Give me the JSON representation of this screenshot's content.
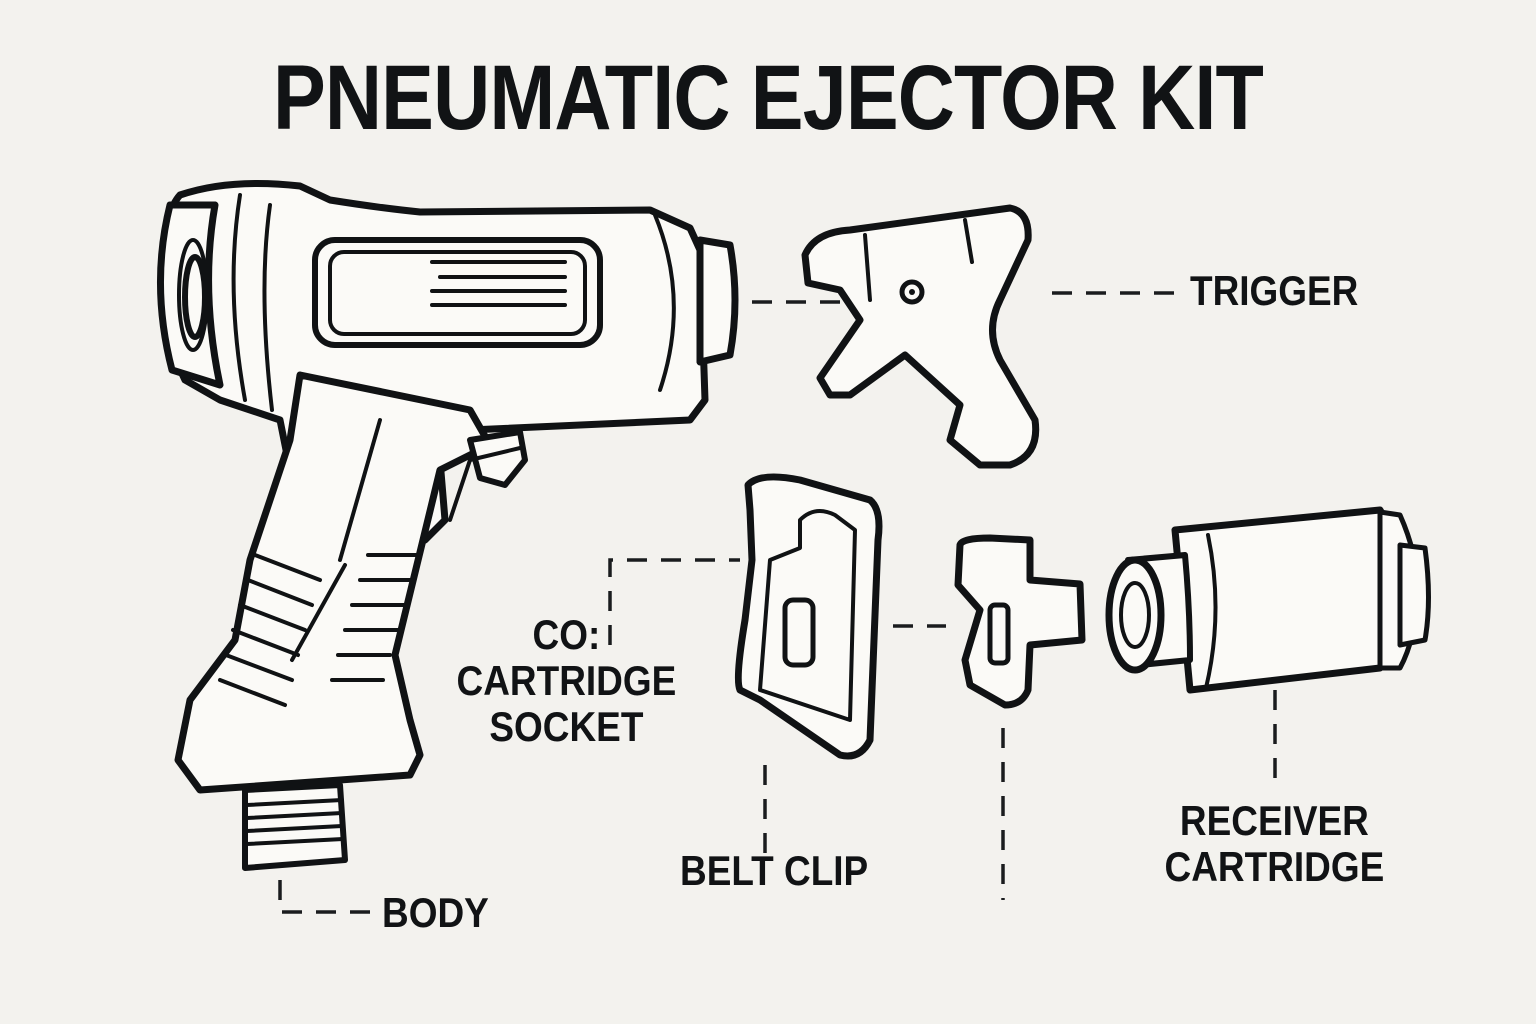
{
  "diagram": {
    "title": "PNEUMATIC EJECTOR KIT",
    "type": "exploded parts diagram",
    "colors": {
      "background": "#f3f2ee",
      "ink": "#111315"
    },
    "parts": [
      {
        "id": "body",
        "label": "BODY"
      },
      {
        "id": "trigger",
        "label": "TRIGGER"
      },
      {
        "id": "co2-socket",
        "label_line1": "CO:",
        "label_line2": "CARTRIDGE",
        "label_line3": "SOCKET"
      },
      {
        "id": "belt-clip",
        "label": "BELT CLIP"
      },
      {
        "id": "adapter",
        "label": ""
      },
      {
        "id": "receiver-cartridge",
        "label_line1": "RECEIVER",
        "label_line2": "CARTRIDGE"
      }
    ]
  }
}
